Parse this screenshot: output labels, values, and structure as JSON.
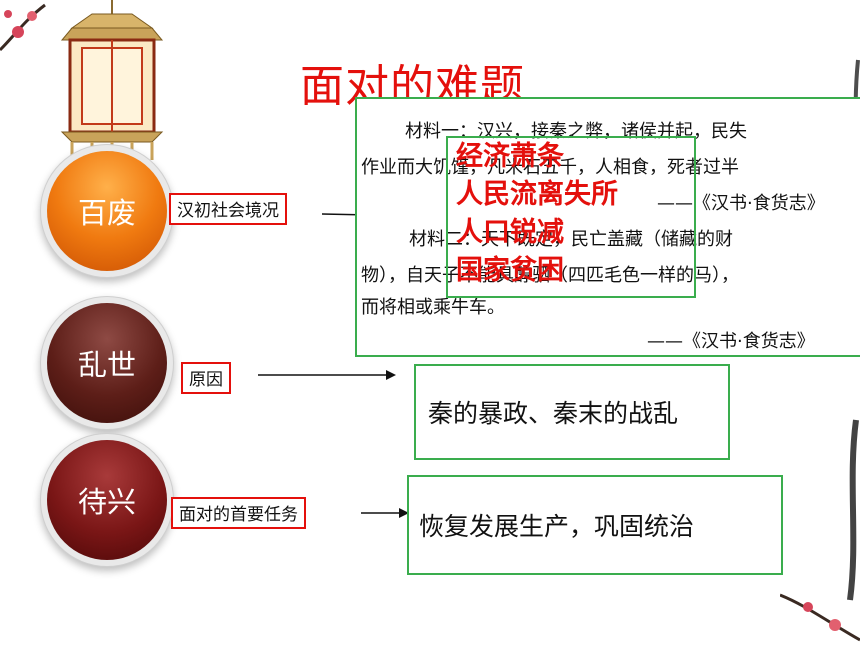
{
  "title": "面对的难题",
  "circles": [
    {
      "label": "百废"
    },
    {
      "label": "乱世"
    },
    {
      "label": "待兴"
    }
  ],
  "labels": {
    "situation": "汉初社会境况",
    "cause": "原因",
    "task": "面对的首要任务"
  },
  "material": {
    "line1": "材料一：汉兴，接秦之弊，诸侯并起，民失",
    "line2": "作业而大饥馑，凡米石五千，人相食，死者过半",
    "source1": "——《汉书·食货志》",
    "line3": "材料二：天下既定，民亡盖藏（储藏的财",
    "line4": "物），自天子不能具醇驷（四匹毛色一样的马），",
    "line5": "而将相或乘牛车。",
    "source2": "——《汉书·食货志》"
  },
  "summary": [
    "经济萧条",
    "人民流离失所",
    "人口锐减",
    "国家贫困"
  ],
  "answers": {
    "cause": "秦的暴政、秦末的战乱",
    "task": "恢复发展生产，巩固统治"
  },
  "colors": {
    "title": "#e4100c",
    "box_red": "#e4100c",
    "box_green": "#3aad4d"
  }
}
